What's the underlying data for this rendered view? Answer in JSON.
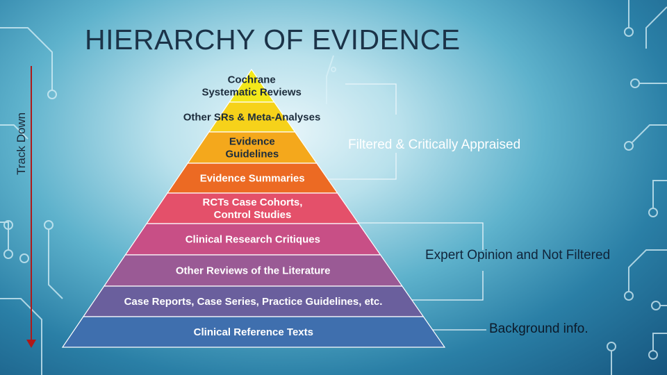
{
  "slide": {
    "title": "HIERARCHY OF EVIDENCE",
    "side_label": "Track Down"
  },
  "pyramid": {
    "tiers": [
      {
        "lines": [
          "Cochrane",
          "Systematic Reviews"
        ],
        "color": "#f3e81a"
      },
      {
        "lines": [
          "Other SRs & Meta-Analyses"
        ],
        "color": "#f6d21a"
      },
      {
        "lines": [
          "Evidence",
          "Guidelines"
        ],
        "color": "#f4a81c"
      },
      {
        "lines": [
          "Evidence Summaries"
        ],
        "color": "#ec6a23"
      },
      {
        "lines": [
          "RCTs Case Cohorts,",
          "Control Studies"
        ],
        "color": "#e4506a"
      },
      {
        "lines": [
          "Clinical Research Critiques"
        ],
        "color": "#c84f86"
      },
      {
        "lines": [
          "Other Reviews of the Literature"
        ],
        "color": "#9a5a95"
      },
      {
        "lines": [
          "Case Reports, Case Series, Practice Guidelines, etc."
        ],
        "color": "#6a5f9d"
      },
      {
        "lines": [
          "Clinical Reference Texts"
        ],
        "color": "#3f6fae"
      }
    ]
  },
  "groups": [
    {
      "label": "Filtered & Critically Appraised"
    },
    {
      "label": "Expert Opinion and Not Filtered"
    },
    {
      "label": "Background info."
    }
  ],
  "colors": {
    "arrow": "#b01818",
    "background_center": "#e9f6fa",
    "background_edge": "#16557e"
  }
}
